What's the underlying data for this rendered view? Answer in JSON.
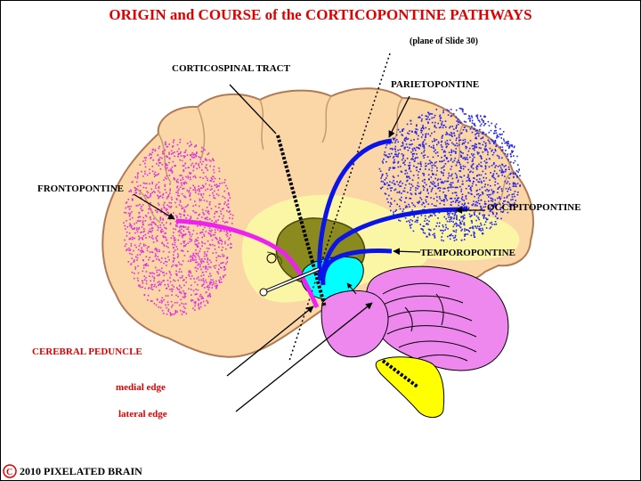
{
  "title": "ORIGIN and COURSE of the CORTICOPONTINE PATHWAYS",
  "labels": {
    "plane": "(plane of Slide 30)",
    "corticospinal": "CORTICOSPINAL TRACT",
    "parietopontine": "PARIETOPONTINE",
    "frontopontine": "FRONTOPONTINE",
    "occipitopontine": "OCCIPITOPONTINE",
    "temporopontine": "TEMPOROPONTINE",
    "cerebral_peduncle": "CEREBRAL PEDUNCLE",
    "medial_edge": "medial edge",
    "lateral_edge": "lateral edge"
  },
  "copyright": {
    "symbol": "C",
    "text": "2010  PIXELATED BRAIN"
  },
  "colors": {
    "title": "#e00000",
    "red_label": "#e00000",
    "black_label": "#000000",
    "cortex": "#fbd6a6",
    "cortex_outline": "#b07a55",
    "white_matter": "#fbf6a5",
    "thalamus": "#8a8a1e",
    "brainstem_cyan": "#00ffff",
    "cerebellum": "#ee88ee",
    "medulla_yellow": "#ffff00",
    "frontal_dots": "#e02ee0",
    "posterior_dots": "#2222ee",
    "frontopontine_tract": "#ee22ee",
    "posterior_tracts": "#0a14e6"
  }
}
